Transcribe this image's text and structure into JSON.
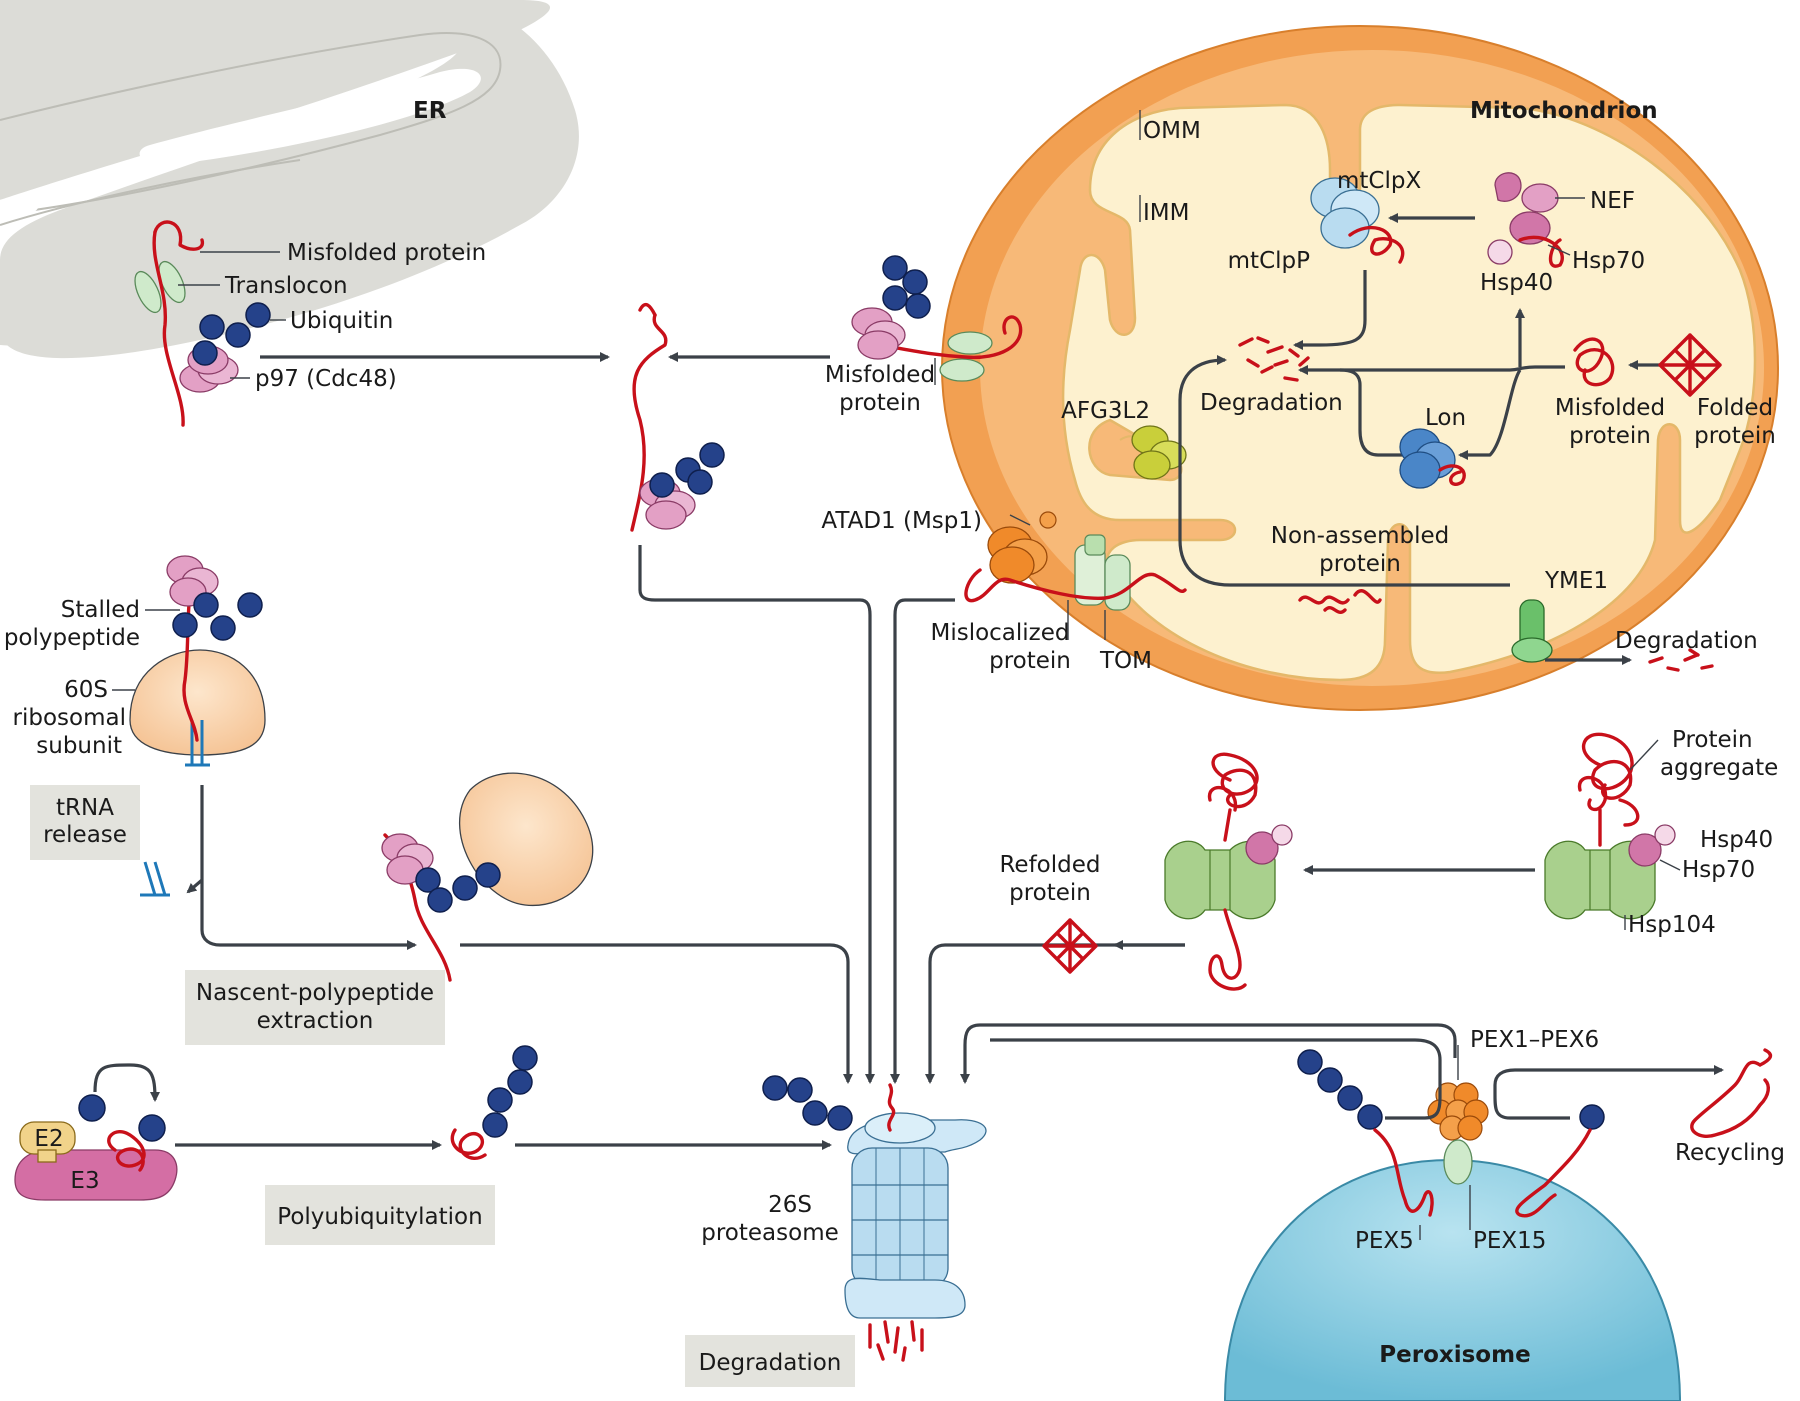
{
  "organelles": {
    "er": "ER",
    "mitochondrion": "Mitochondrion",
    "omm": "OMM",
    "imm": "IMM",
    "peroxisome": "Peroxisome"
  },
  "er_pathway": {
    "misfolded": "Misfolded protein",
    "translocon": "Translocon",
    "ubiquitin": "Ubiquitin",
    "p97": "p97 (Cdc48)"
  },
  "omm_pathway": {
    "misfolded_l1": "Misfolded",
    "misfolded_l2": "protein",
    "atad1": "ATAD1 (Msp1)",
    "mislocalized_l1": "Mislocalized",
    "mislocalized_l2": "protein",
    "tom": "TOM"
  },
  "mito_inner": {
    "mtclpx": "mtClpX",
    "mtclpp": "mtClpP",
    "nef": "NEF",
    "hsp70": "Hsp70",
    "hsp40": "Hsp40",
    "afg3l2": "AFG3L2",
    "degradation": "Degradation",
    "lon": "Lon",
    "misfolded_l1": "Misfolded",
    "misfolded_l2": "protein",
    "folded_l1": "Folded",
    "folded_l2": "protein",
    "nonassembled_l1": "Non-assembled",
    "nonassembled_l2": "protein",
    "yme1": "YME1",
    "degradation2": "Degradation"
  },
  "ribosome_pathway": {
    "stalled_l1": "Stalled",
    "stalled_l2": "polypeptide",
    "ribo_l1": "60S",
    "ribo_l2": "ribosomal",
    "ribo_l3": "subunit",
    "trna_l1": "tRNA",
    "trna_l2": "release",
    "nascent_l1": "Nascent-polypeptide",
    "nascent_l2": "extraction"
  },
  "ubiquitylation": {
    "e2": "E2",
    "e3": "E3",
    "poly": "Polyubiquitylation"
  },
  "proteasome": {
    "name_l1": "26S",
    "name_l2": "proteasome",
    "degradation": "Degradation"
  },
  "disaggregation": {
    "aggregate_l1": "Protein",
    "aggregate_l2": "aggregate",
    "hsp40": "Hsp40",
    "hsp70": "Hsp70",
    "hsp104": "Hsp104",
    "refolded_l1": "Refolded",
    "refolded_l2": "protein"
  },
  "peroxisome_pathway": {
    "pex16": "PEX1–PEX6",
    "pex5": "PEX5",
    "pex15": "PEX15",
    "recycling": "Recycling"
  },
  "colors": {
    "polypeptide": "#c8101a",
    "ubiquitin": "#25428a",
    "er": "#dcdcd7",
    "mito_outer": "#f2a052",
    "mito_matrix": "#fdf1cf",
    "peroxisome": "#8ccfe2",
    "proteasome": "#b9dcf0",
    "p97": "#e3a0c5",
    "hsp104": "#a9d08d",
    "arrow": "#3b4148"
  }
}
